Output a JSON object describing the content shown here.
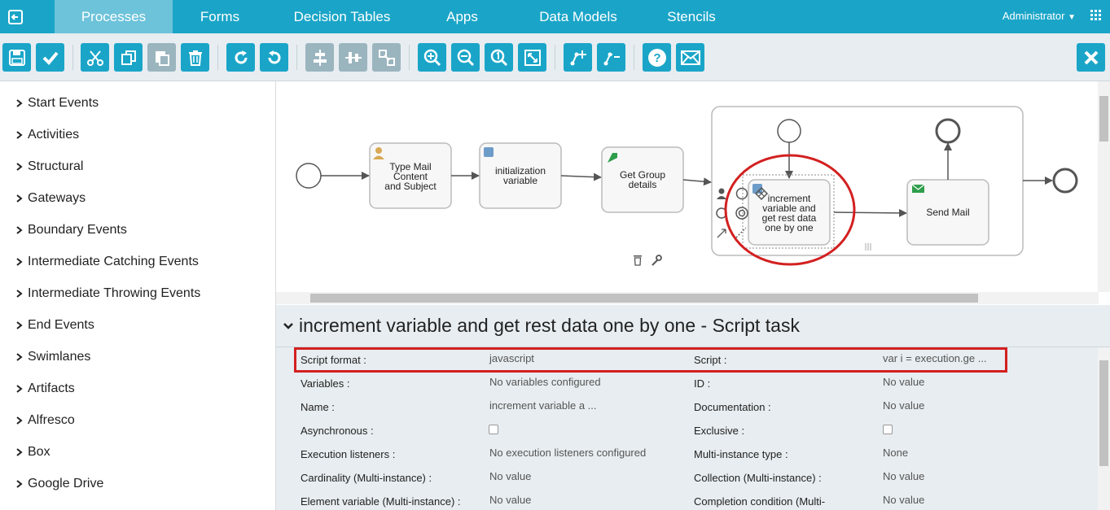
{
  "nav": {
    "tabs": [
      {
        "label": "Processes",
        "active": true
      },
      {
        "label": "Forms"
      },
      {
        "label": "Decision Tables"
      },
      {
        "label": "Apps"
      },
      {
        "label": "Data Models"
      },
      {
        "label": "Stencils"
      }
    ],
    "user": "Administrator",
    "accent": "#1aa5c8"
  },
  "toolbar": {
    "buttons": [
      "save-icon",
      "validate-icon",
      "cut-icon",
      "copy-icon",
      "paste-icon",
      "delete-icon",
      "redo-icon",
      "undo-icon",
      "align-horizontal-icon",
      "align-vertical-icon",
      "same-size-icon",
      "zoom-in-icon",
      "zoom-out-icon",
      "zoom-actual-icon",
      "zoom-fit-icon",
      "add-bendpoint-icon",
      "remove-bendpoint-icon",
      "help-icon",
      "feedback-icon",
      "close-icon"
    ]
  },
  "palette": {
    "items": [
      "Start Events",
      "Activities",
      "Structural",
      "Gateways",
      "Boundary Events",
      "Intermediate Catching Events",
      "Intermediate Throwing Events",
      "End Events",
      "Swimlanes",
      "Artifacts",
      "Alfresco",
      "Box",
      "Google Drive"
    ]
  },
  "diagram": {
    "task1": [
      "Type Mail",
      "Content",
      "and Subject"
    ],
    "task2": [
      "initialization",
      "variable"
    ],
    "task3": [
      "Get Group",
      "details"
    ],
    "task4": [
      "increment",
      "variable and",
      "get rest data",
      "one by one"
    ],
    "task5": [
      "Send Mail"
    ]
  },
  "properties": {
    "title": "increment variable and get rest data one by one - Script task",
    "rows": [
      {
        "l1": "Script format :",
        "v1": "javascript",
        "l2": "Script :",
        "v2": "var i = execution.ge ..."
      },
      {
        "l1": "Variables :",
        "v1": "No variables configured",
        "l2": "ID :",
        "v2": "No value"
      },
      {
        "l1": "Name :",
        "v1": "increment variable a ...",
        "l2": "Documentation :",
        "v2": "No value"
      },
      {
        "l1": "Asynchronous :",
        "v1": "",
        "l2": "Exclusive :",
        "v2": ""
      },
      {
        "l1": "Execution listeners :",
        "v1": "No execution listeners configured",
        "l2": "Multi-instance type :",
        "v2": "None"
      },
      {
        "l1": "Cardinality (Multi-instance) :",
        "v1": "No value",
        "l2": "Collection (Multi-instance) :",
        "v2": "No value"
      },
      {
        "l1": "Element variable (Multi-instance) :",
        "v1": "No value",
        "l2": "Completion condition (Multi-",
        "v2": "No value"
      }
    ]
  }
}
